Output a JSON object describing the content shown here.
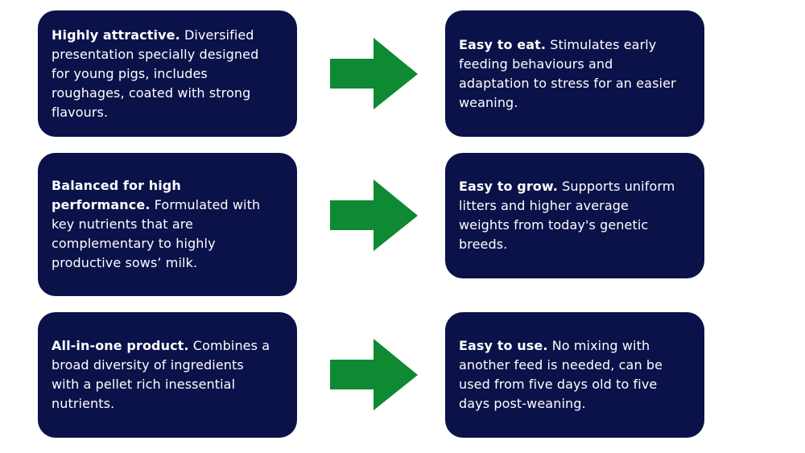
{
  "colors": {
    "box": "#0b1249",
    "arrow": "#0d8a32",
    "text": "#ffffff"
  },
  "rows": [
    {
      "left": {
        "title": "Highly attractive.",
        "lines": [
          " Diversified",
          "presentation specially designed",
          "for young pigs, includes",
          "roughages, coated with strong",
          "flavours."
        ]
      },
      "right": {
        "title": "Easy to eat.",
        "lines": [
          " Stimulates early",
          "feeding behaviours and",
          "adaptation to stress for an easier",
          "weaning."
        ]
      }
    },
    {
      "left": {
        "title": "Balanced for high",
        "lines": [
          "",
          "performance.|| Formulated with",
          "key nutrients that are",
          "complementary to highly",
          "productive sows’ milk."
        ]
      },
      "right": {
        "title": "Easy to grow.",
        "lines": [
          " Supports uniform",
          "litters and higher average",
          "weights from today's genetic",
          "breeds."
        ]
      }
    },
    {
      "left": {
        "title": "All-in-one product.",
        "lines": [
          " Combines a",
          "broad diversity of ingredients",
          "with a pellet rich inessential",
          "nutrients."
        ]
      },
      "right": {
        "title": "Easy to use.",
        "lines": [
          " No mixing with",
          "another feed is needed, can be",
          "used from five days old to five",
          "days post-weaning."
        ]
      }
    }
  ]
}
